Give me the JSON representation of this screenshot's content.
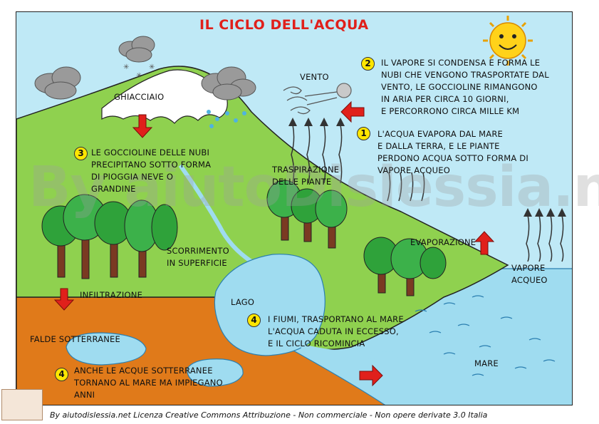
{
  "title": "IL CICLO DELL'ACQUA",
  "labels": {
    "ghiacciaio": "GHIACCIAIO",
    "vento": "VENTO",
    "traspirazione": [
      "TRASPIRAZIONE",
      "DELLE PIANTE"
    ],
    "evaporazione": "EVAPORAZIONE",
    "vapore": [
      "VAPORE",
      "ACQUEO"
    ],
    "scorrimento": [
      "SCORRIMENTO",
      "IN SUPERFICIE"
    ],
    "infiltrazione": "INFILTRAZIONE",
    "lago": "LAGO",
    "falde": "FALDE SOTTERRANEE",
    "mare": "MARE"
  },
  "steps": [
    {
      "number": "1",
      "lines": [
        "L'ACQUA EVAPORA DAL MARE",
        "E DALLA TERRA, E LE PIANTE",
        "PERDONO ACQUA SOTTO FORMA DI",
        "VAPORE ACQUEO"
      ]
    },
    {
      "number": "2",
      "lines": [
        "IL VAPORE SI CONDENSA E FORMA LE",
        "NUBI CHE VENGONO TRASPORTATE DAL",
        "VENTO, LE GOCCIOLINE RIMANGONO",
        "IN ARIA PER CIRCA 10 GIORNI,",
        "E  PERCORRONO CIRCA MILLE KM"
      ]
    },
    {
      "number": "3",
      "lines": [
        "LE GOCCIOLINE DELLE NUBI",
        "PRECIPITANO SOTTO FORMA",
        "DI PIOGGIA NEVE O",
        "GRANDINE"
      ]
    },
    {
      "number": "4",
      "lines": [
        "I FIUMI, TRASPORTANO AL MARE",
        "L'ACQUA CADUTA IN ECCESSO,",
        "E IL CICLO RICOMINCIA"
      ]
    },
    {
      "number": "4",
      "lines": [
        "ANCHE LE ACQUE SOTTERRANEE",
        "TORNANO AL MARE MA IMPIEGANO",
        "ANNI"
      ]
    }
  ],
  "watermark": "By aiutoDislessia.net",
  "credit": "By aiutodislessia.net Licenza Creative Commons Attribuzione - Non commerciale - Non opere derivate 3.0 Italia",
  "colors": {
    "sky": "#bfe9f6",
    "mountain": "#8fd14f",
    "snow": "#ffffff",
    "soil": "#e07a1a",
    "water": "#9fdcf0",
    "arrow": "#e0201b",
    "sun": "#ffd21a",
    "title": "#e0201b"
  }
}
